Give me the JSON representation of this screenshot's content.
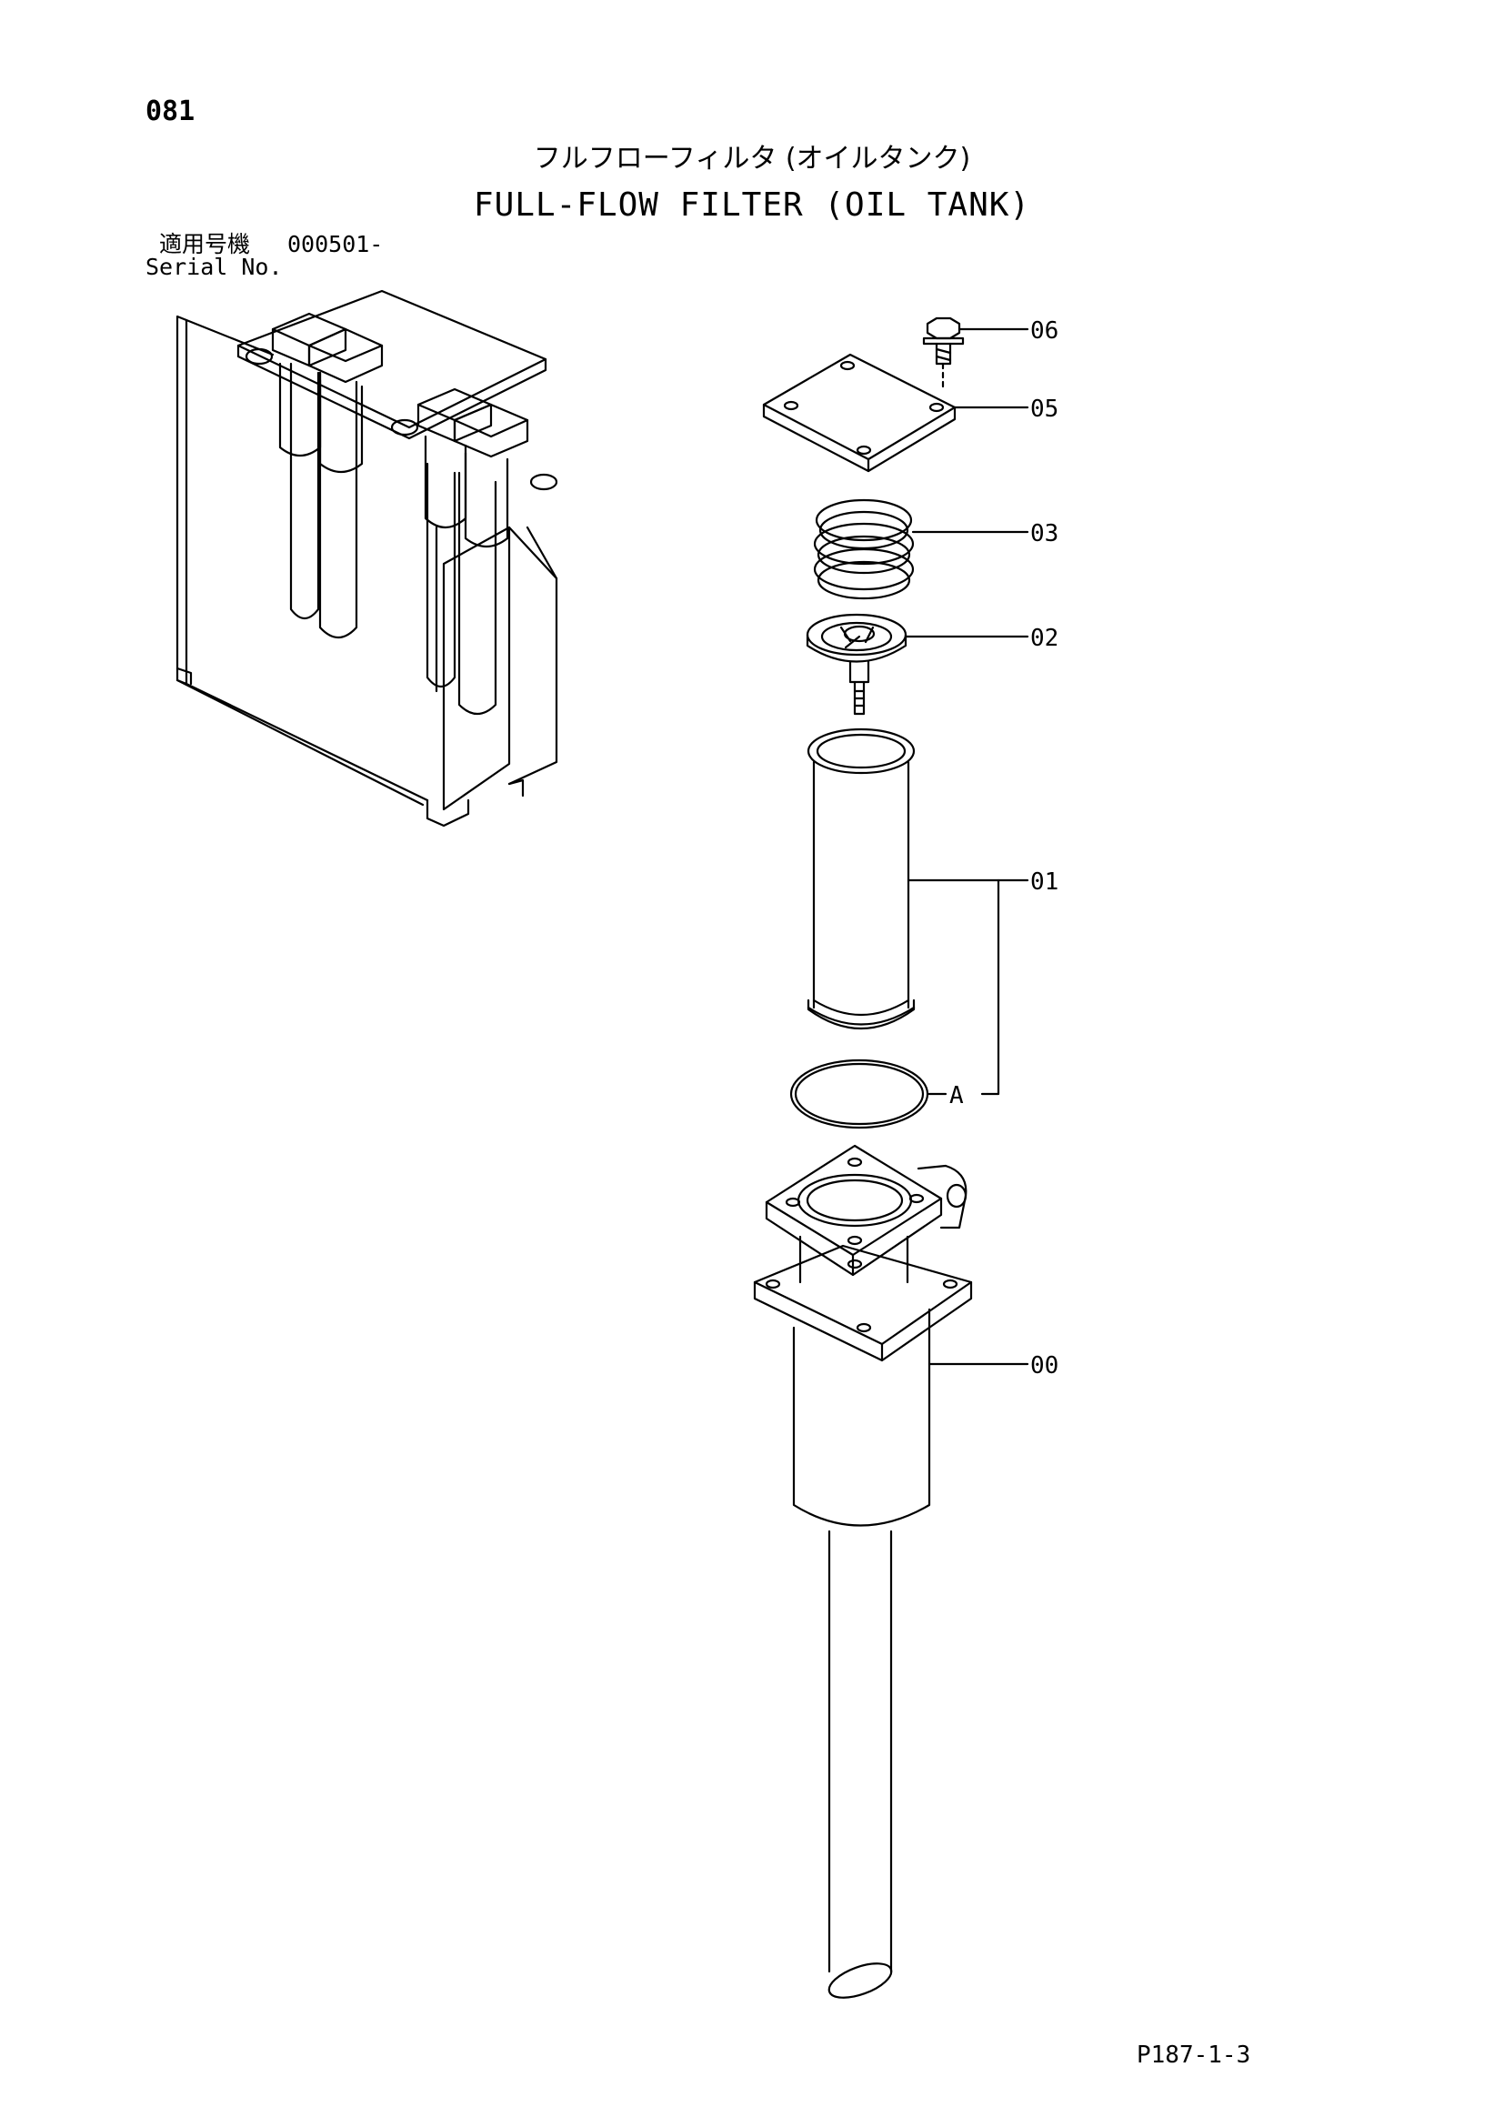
{
  "header": {
    "page_number": "081",
    "title_jp": "フルフローフィルタ (オイルタンク)",
    "title_en": "FULL-FLOW FILTER (OIL TANK)",
    "serial_label_jp": "適用号機",
    "serial_value": "000501-",
    "serial_label_en": "Serial No."
  },
  "callouts": {
    "p06": "06",
    "p05": "05",
    "p03": "03",
    "p02": "02",
    "p01": "01",
    "pA": "A",
    "p00": "00"
  },
  "footer": {
    "code": "P187-1-3"
  }
}
